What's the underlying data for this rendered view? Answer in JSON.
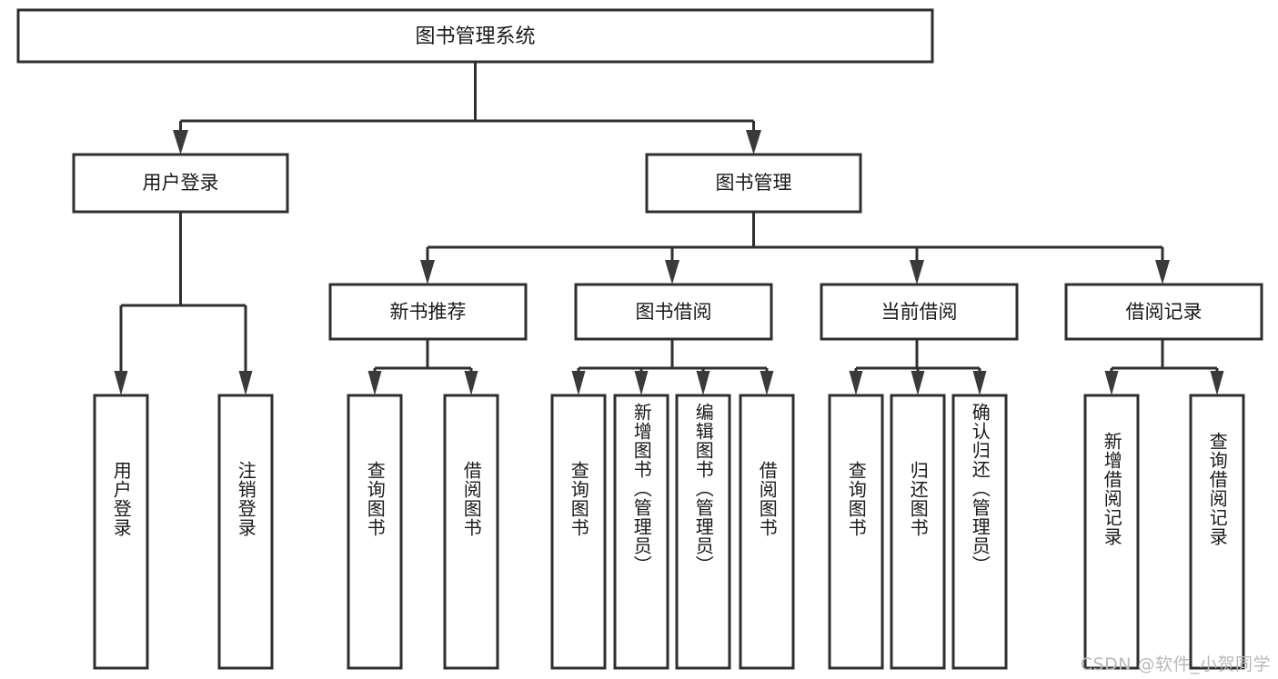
{
  "diagram": {
    "title": "图书管理系统",
    "type": "hierarchy-tree",
    "watermark": "CSDN @软件_小贺同学",
    "colors": {
      "box_stroke": "#2f2f2f",
      "box_fill": "#ffffff",
      "text": "#1a1a1a",
      "background": "#ffffff",
      "watermark": "#b9b9b9"
    },
    "levels": {
      "root": {
        "label": "图书管理系统"
      },
      "level2": [
        {
          "id": "user-login",
          "label": "用户登录"
        },
        {
          "id": "book-management",
          "label": "图书管理"
        }
      ],
      "level3": [
        {
          "id": "new-book-recommend",
          "label": "新书推荐",
          "parent": "book-management"
        },
        {
          "id": "book-borrow",
          "label": "图书借阅",
          "parent": "book-management"
        },
        {
          "id": "current-borrow",
          "label": "当前借阅",
          "parent": "book-management"
        },
        {
          "id": "borrow-record",
          "label": "借阅记录",
          "parent": "book-management"
        }
      ],
      "leaves": [
        {
          "id": "leaf-user-login",
          "label": "用户登录",
          "parent": "user-login"
        },
        {
          "id": "leaf-logout",
          "label": "注销登录",
          "parent": "user-login"
        },
        {
          "id": "leaf-query-book-1",
          "label": "查询图书",
          "parent": "new-book-recommend"
        },
        {
          "id": "leaf-borrow-book-1",
          "label": "借阅图书",
          "parent": "new-book-recommend"
        },
        {
          "id": "leaf-query-book-2",
          "label": "查询图书",
          "parent": "book-borrow"
        },
        {
          "id": "leaf-add-book",
          "label": "新增图书（管理员）",
          "parent": "book-borrow"
        },
        {
          "id": "leaf-edit-book",
          "label": "编辑图书（管理员）",
          "parent": "book-borrow"
        },
        {
          "id": "leaf-borrow-book-2",
          "label": "借阅图书",
          "parent": "book-borrow"
        },
        {
          "id": "leaf-query-book-3",
          "label": "查询图书",
          "parent": "current-borrow"
        },
        {
          "id": "leaf-return-book",
          "label": "归还图书",
          "parent": "current-borrow"
        },
        {
          "id": "leaf-confirm-return",
          "label": "确认归还（管理员）",
          "parent": "current-borrow"
        },
        {
          "id": "leaf-add-record",
          "label": "新增借阅记录",
          "parent": "borrow-record"
        },
        {
          "id": "leaf-query-record",
          "label": "查询借阅记录",
          "parent": "borrow-record"
        }
      ]
    }
  }
}
